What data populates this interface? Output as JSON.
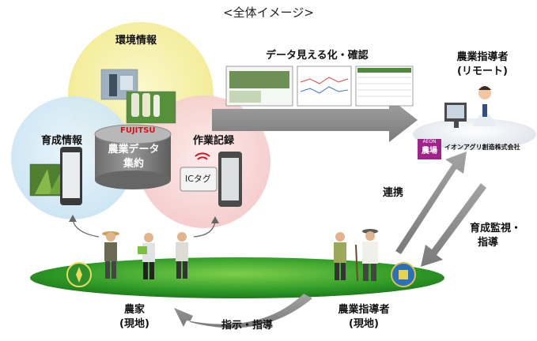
{
  "title": "<全体イメージ>",
  "environment_info": "環境情報",
  "growth_info": "育成情報",
  "work_record": "作業記録",
  "fujitsu_logo": "FUJITSU",
  "db_line1": "農業データ",
  "db_line2": "集約",
  "ic_tag": "ICタグ",
  "visualize": "データ見える化・確認",
  "advisor_remote_line1": "農業指導者",
  "advisor_remote_line2": "(リモート)",
  "aeon_logo_line1": "AEON",
  "aeon_logo_line2": "農場",
  "aeon_company": "イオンアグリ創造株式会社",
  "cooperation": "連携",
  "monitoring_line1": "育成監視・",
  "monitoring_line2": "指導",
  "farmer_line1": "農家",
  "farmer_line2": "(現地)",
  "advisor_local_line1": "農業指導者",
  "advisor_local_line2": "(現地)",
  "instruction": "指示・指導",
  "colors": {
    "env_circle": "#f6f2a4",
    "growth_circle": "#d6ebf5",
    "work_circle": "#f8d6d6",
    "arrow_gray": "#8c8c8c",
    "ground_green": "#3aa62e",
    "fujitsu_red": "#d3131b",
    "aeon_magenta": "#a0238c"
  }
}
